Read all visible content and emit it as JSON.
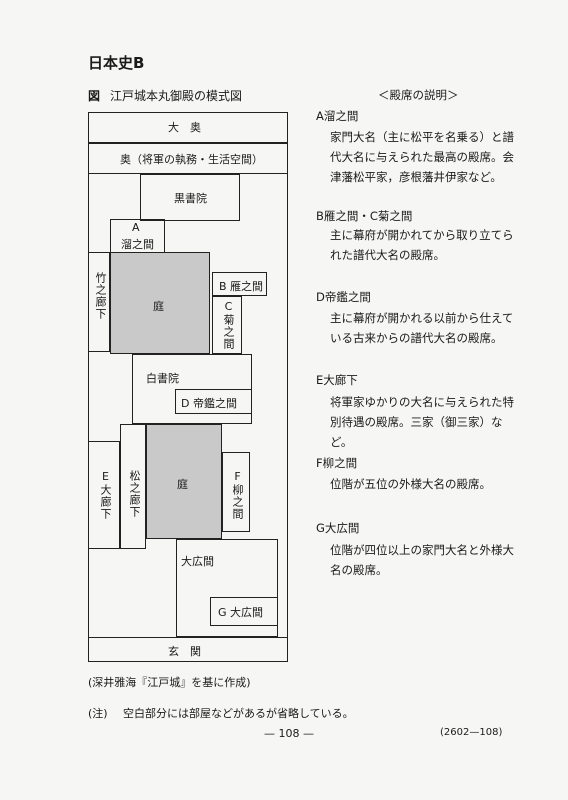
{
  "header": {
    "subject": "日本史B"
  },
  "figure": {
    "label": "図",
    "title": "江戸城本丸御殿の模式図",
    "source": "(深井雅海『江戸城』を基に作成)"
  },
  "rooms": {
    "ooku": "大　奥",
    "oku": "奥（将軍の執務・生活空間）",
    "kuroshoin": "黒書院",
    "a_letter": "A",
    "a_name": "溜之間",
    "take": "竹之廊下",
    "niwa1": "庭",
    "b": "B 雁之間",
    "c": "C菊之間",
    "shiroshoin": "白書院",
    "d": "D 帝鑑之間",
    "e": "E大廊下",
    "matsu": "松之廊下",
    "niwa2": "庭",
    "f": "F柳之間",
    "ohiroma": "大広間",
    "g": "G 大広間",
    "genkan": "玄　関"
  },
  "legend": {
    "heading": "＜殿席の説明＞",
    "items": [
      {
        "title": "A溜之間",
        "desc": "家門大名（主に松平を名乗る）と譜代大名に与えられた最高の殿席。会津藩松平家，彦根藩井伊家など。"
      },
      {
        "title": "B雁之間・C菊之間",
        "desc": "主に幕府が開かれてから取り立てられた譜代大名の殿席。"
      },
      {
        "title": "D帝鑑之間",
        "desc": "主に幕府が開かれる以前から仕えている古来からの譜代大名の殿席。"
      },
      {
        "title": "E大廊下",
        "desc": "将軍家ゆかりの大名に与えられた特別待遇の殿席。三家（御三家）など。"
      },
      {
        "title": "F柳之間",
        "desc": "位階が五位の外様大名の殿席。"
      },
      {
        "title": "G大広間",
        "desc": "位階が四位以上の家門大名と外様大名の殿席。"
      }
    ]
  },
  "note": {
    "label": "(注)",
    "text": "空白部分には部屋などがあるが省略している。"
  },
  "footer": {
    "page": "— 108 —",
    "code": "(2602—108)"
  }
}
